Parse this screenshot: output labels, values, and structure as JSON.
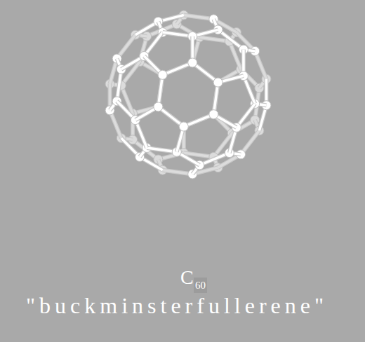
{
  "diagram": {
    "labels": [
      "C",
      "60",
      "\"buckminsterfullerene\""
    ]
  }
}
